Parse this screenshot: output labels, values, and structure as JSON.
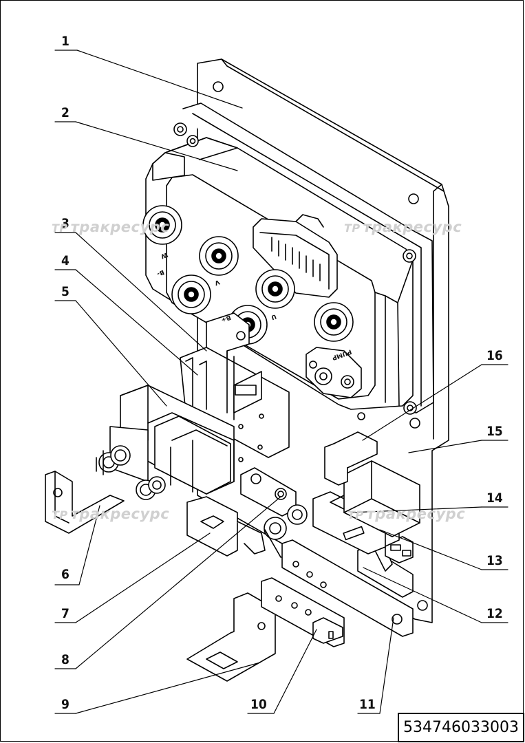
{
  "drawing": {
    "part_number": "534746033003",
    "watermark_text": "тракресурс",
    "controller_labels": {
      "w": "W",
      "v": "V",
      "u": "U",
      "bplus": "B+",
      "bminus": "B-",
      "pump": "PUMP"
    },
    "callouts": [
      "1",
      "2",
      "3",
      "4",
      "5",
      "6",
      "7",
      "8",
      "9",
      "10",
      "11",
      "12",
      "13",
      "14",
      "15",
      "16"
    ]
  }
}
